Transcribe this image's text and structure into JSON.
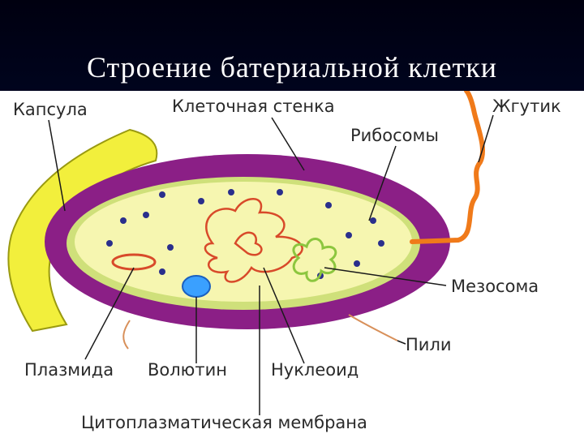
{
  "slide": {
    "title": "Строение батериальной клетки"
  },
  "diagram": {
    "labels": {
      "capsule": "Капсула",
      "cell_wall": "Клеточная стенка",
      "flagellum": "Жгутик",
      "ribosomes": "Рибосомы",
      "mesosome": "Мезосома",
      "pili": "Пили",
      "plasmid": "Плазмида",
      "volutin": "Волютин",
      "nucleoid": "Нуклеоид",
      "membrane": "Цитоплазматическая мембрана"
    },
    "colors": {
      "capsule": "#f2ef3c",
      "cell_wall": "#8b1f86",
      "cytoplasm": "#f6f6b0",
      "membrane": "#cfe07a",
      "flagellum": "#f07a1a",
      "ribosome": "#2a2f8c",
      "volutin": "#3aa0ff",
      "nucleoid": "#d84a2a",
      "mesosome": "#8cc63f"
    }
  }
}
